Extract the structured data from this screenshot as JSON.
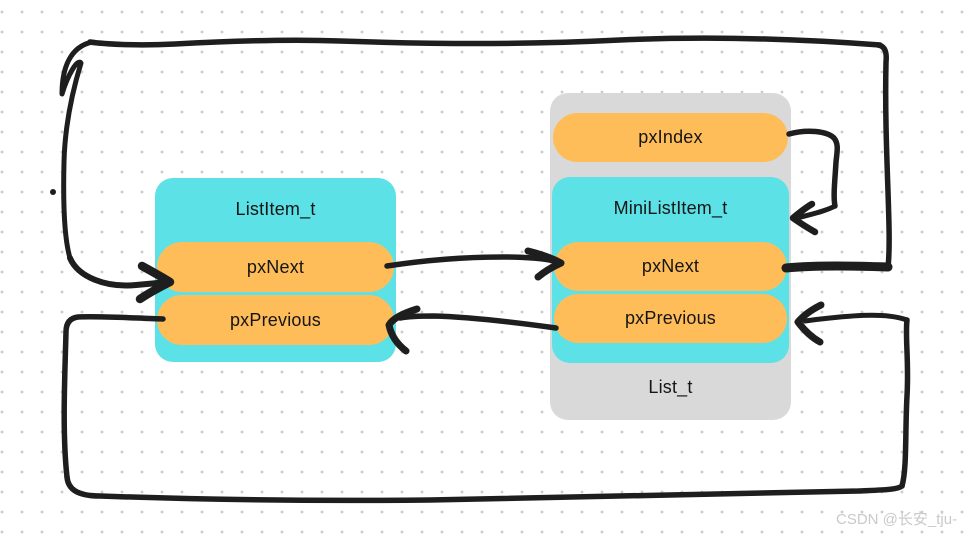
{
  "colors": {
    "cyan": "#5ce1e6",
    "orange": "#ffbd59",
    "gray": "#d9d9d9",
    "ink": "#1e1e1e",
    "dot": "#c6cbe0",
    "text": "#151515",
    "watermark": "#c9c9c9"
  },
  "list_item_box": {
    "title": "ListItem_t",
    "fields": [
      {
        "label": "pxNext"
      },
      {
        "label": "pxPrevious"
      }
    ]
  },
  "list_box": {
    "outer_label": "List_t",
    "index_field": {
      "label": "pxIndex"
    },
    "mini_box": {
      "title": "MiniListItem_t",
      "fields": [
        {
          "label": "pxNext"
        },
        {
          "label": "pxPrevious"
        }
      ]
    }
  },
  "arrows": [
    {
      "name": "next-forward-loop",
      "from": "MiniListItem_t.pxNext",
      "to": "ListItem_t.pxNext",
      "route": "right-top-left"
    },
    {
      "name": "pxindex-self",
      "from": "List_t.pxIndex",
      "to": "MiniListItem_t",
      "route": "right-side-short-loop"
    },
    {
      "name": "pxnext-link",
      "from": "ListItem_t.pxNext",
      "to": "MiniListItem_t.pxNext",
      "route": "direct"
    },
    {
      "name": "pxprevious-link",
      "from": "MiniListItem_t.pxPrevious",
      "to": "ListItem_t.pxPrevious",
      "route": "direct"
    },
    {
      "name": "previous-back-loop",
      "from": "ListItem_t.pxPrevious",
      "to": "MiniListItem_t.pxPrevious",
      "route": "left-bottom-right"
    }
  ],
  "watermark": "CSDN @长安_tju-"
}
